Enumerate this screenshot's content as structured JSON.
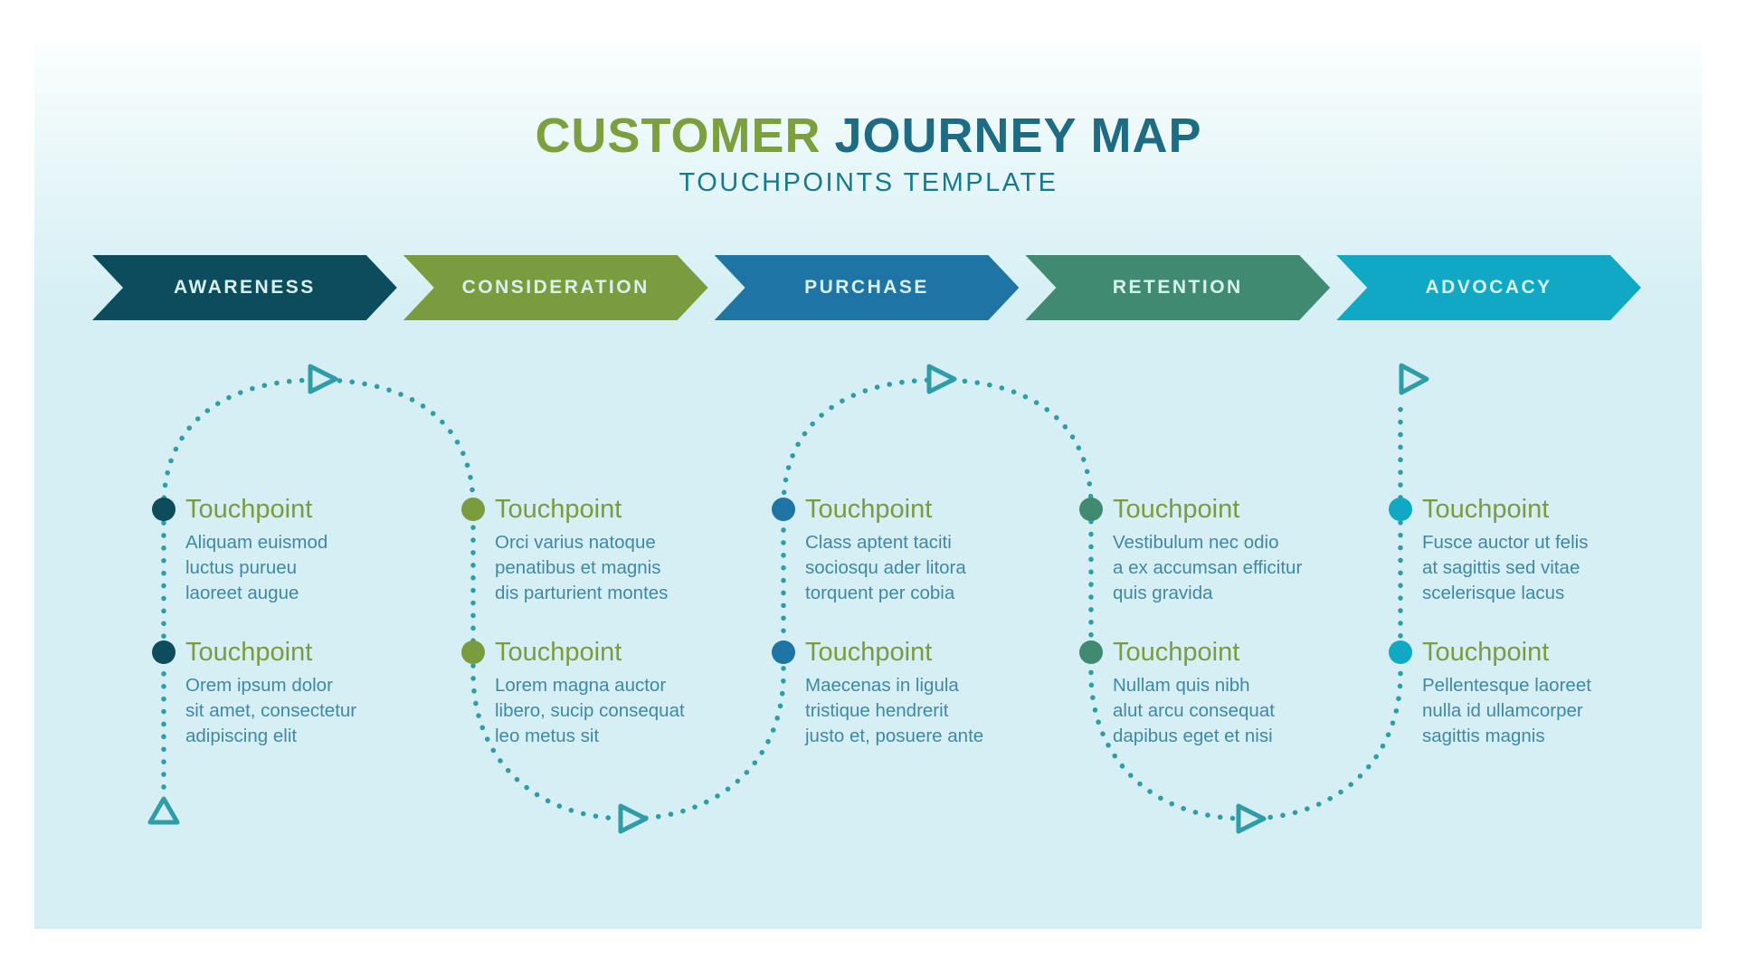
{
  "header": {
    "title_word1": "CUSTOMER",
    "title_word2": "JOURNEY MAP",
    "subtitle": "TOUCHPOINTS TEMPLATE"
  },
  "colors": {
    "background": "#ffffff",
    "panel_top": "#fbfefe",
    "panel": "#d5eff4",
    "path": "#2e9da8",
    "title_green": "#7ba03d",
    "title_teal": "#1e6c83",
    "subtitle": "#157a8e",
    "banner_text": "#d9f1ee",
    "touchpoint_title": "#7c9b41",
    "touchpoint_body": "#3f89a4"
  },
  "stages": [
    {
      "label": "AWARENESS",
      "color": "#0d4c5c",
      "touchpoints": [
        {
          "title": "Touchpoint",
          "lines": [
            "Aliquam euismod",
            "luctus purueu",
            "laoreet augue"
          ]
        },
        {
          "title": "Touchpoint",
          "lines": [
            "Orem ipsum dolor",
            "sit amet, consectetur",
            "adipiscing elit"
          ]
        }
      ]
    },
    {
      "label": "CONSIDERATION",
      "color": "#7b9c3e",
      "touchpoints": [
        {
          "title": "Touchpoint",
          "lines": [
            "Orci varius natoque",
            "penatibus et magnis",
            "dis parturient montes"
          ]
        },
        {
          "title": "Touchpoint",
          "lines": [
            "Lorem magna auctor",
            "libero, sucip consequat",
            "leo metus sit"
          ]
        }
      ]
    },
    {
      "label": "PURCHASE",
      "color": "#1e74a5",
      "touchpoints": [
        {
          "title": "Touchpoint",
          "lines": [
            "Class aptent taciti",
            "sociosqu ader litora",
            "torquent per cobia"
          ]
        },
        {
          "title": "Touchpoint",
          "lines": [
            "Maecenas in ligula",
            "tristique hendrerit",
            "justo et, posuere ante"
          ]
        }
      ]
    },
    {
      "label": "RETENTION",
      "color": "#418a72",
      "touchpoints": [
        {
          "title": "Touchpoint",
          "lines": [
            "Vestibulum nec odio",
            "a ex accumsan efficitur",
            "quis gravida"
          ]
        },
        {
          "title": "Touchpoint",
          "lines": [
            "Nullam quis nibh",
            "alut arcu consequat",
            "dapibus eget et nisi"
          ]
        }
      ]
    },
    {
      "label": "ADVOCACY",
      "color": "#10a8c5",
      "touchpoints": [
        {
          "title": "Touchpoint",
          "lines": [
            "Fusce auctor ut felis",
            "at sagittis sed vitae",
            "scelerisque lacus"
          ]
        },
        {
          "title": "Touchpoint",
          "lines": [
            "Pellentesque laoreet",
            "nulla id ullamcorper",
            "sagittis magnis"
          ]
        }
      ]
    }
  ]
}
